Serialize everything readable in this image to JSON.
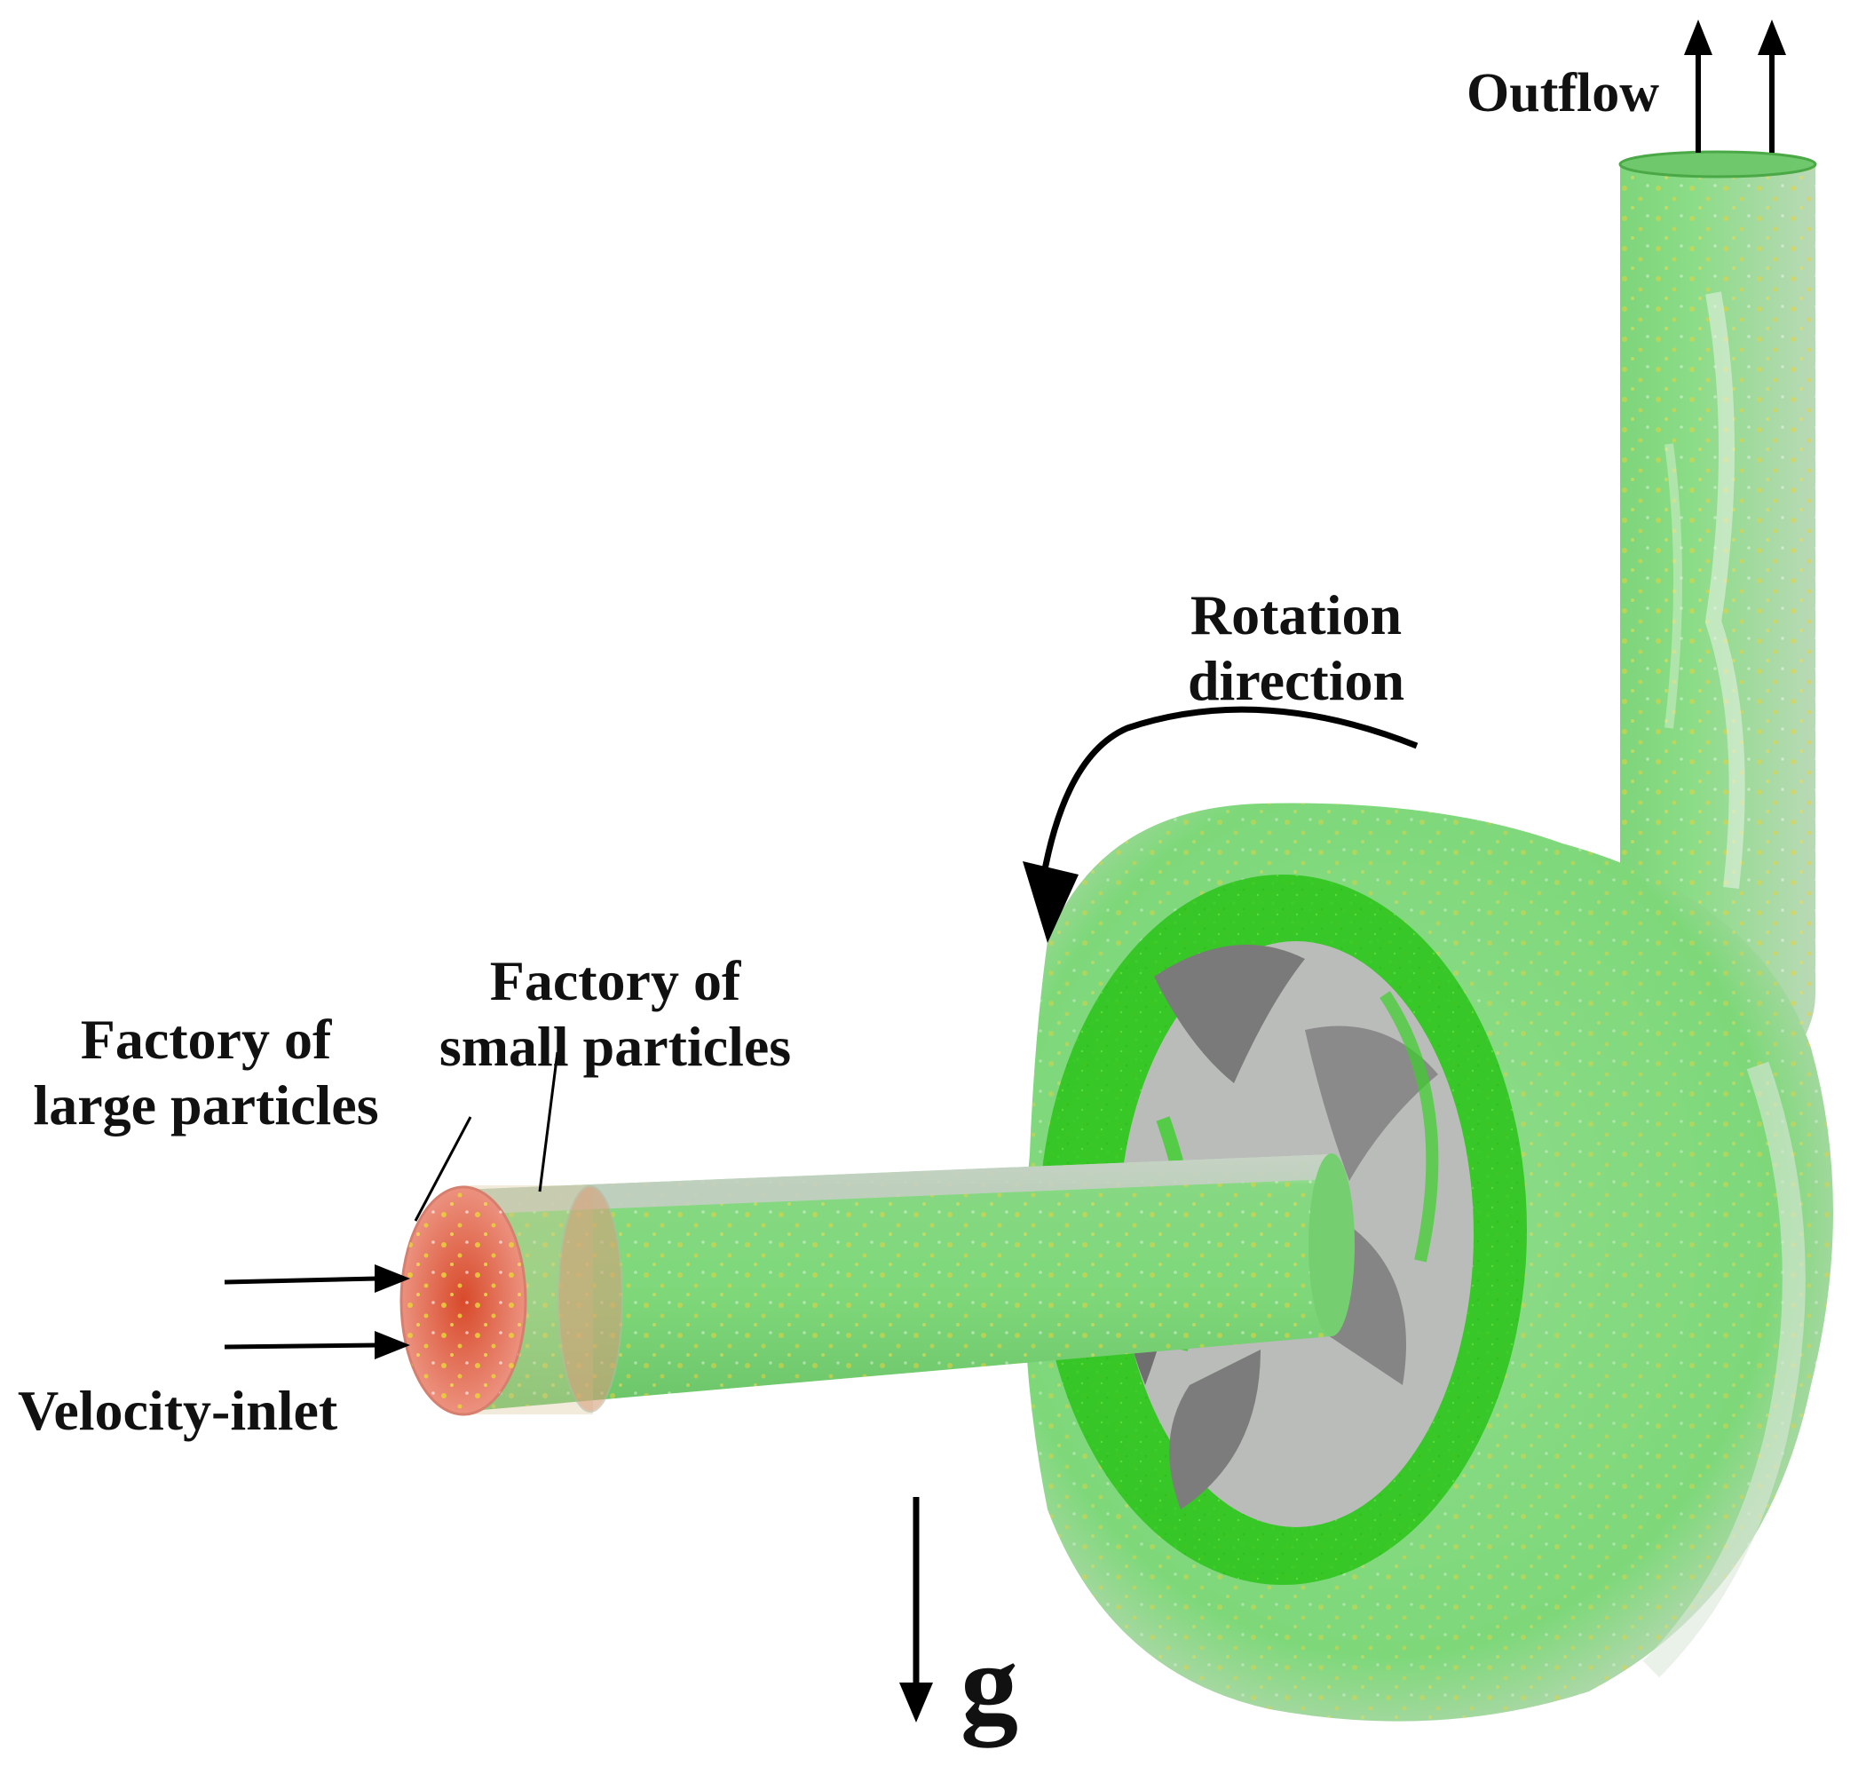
{
  "labels": {
    "outflow": "Outflow",
    "rotation_line1": "Rotation",
    "rotation_line2": "direction",
    "small_line1": "Factory of",
    "small_line2": "small particles",
    "large_line1": "Factory of",
    "large_line2": "large particles",
    "inlet": "Velocity-inlet",
    "gravity": "g"
  },
  "colors": {
    "fluid_green": "#7ed87a",
    "blade_gray": "#8a8a8a",
    "pipe_gray": "#c8c8c8",
    "inlet_red": "#e06a55",
    "particle_yellow": "#e8d23a",
    "arrow_black": "#000000"
  }
}
